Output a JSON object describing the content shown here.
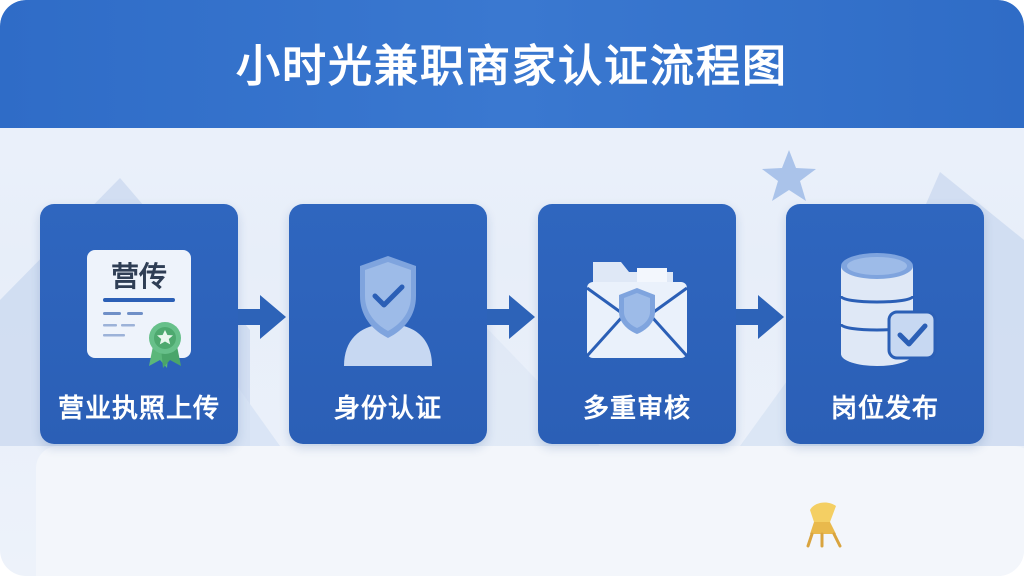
{
  "title": "小时光兼职商家认证流程图",
  "steps": [
    {
      "label": "营业执照上传",
      "icon": "business-license-icon",
      "license_text": "营传"
    },
    {
      "label": "身份认证",
      "icon": "identity-shield-user-icon"
    },
    {
      "label": "多重审核",
      "icon": "folder-shield-review-icon"
    },
    {
      "label": "岗位发布",
      "icon": "database-check-icon"
    }
  ],
  "colors": {
    "header": "#3572cc",
    "card": "#2c62b9",
    "arrow": "#2d63b8",
    "background": "#eaf0f9"
  }
}
